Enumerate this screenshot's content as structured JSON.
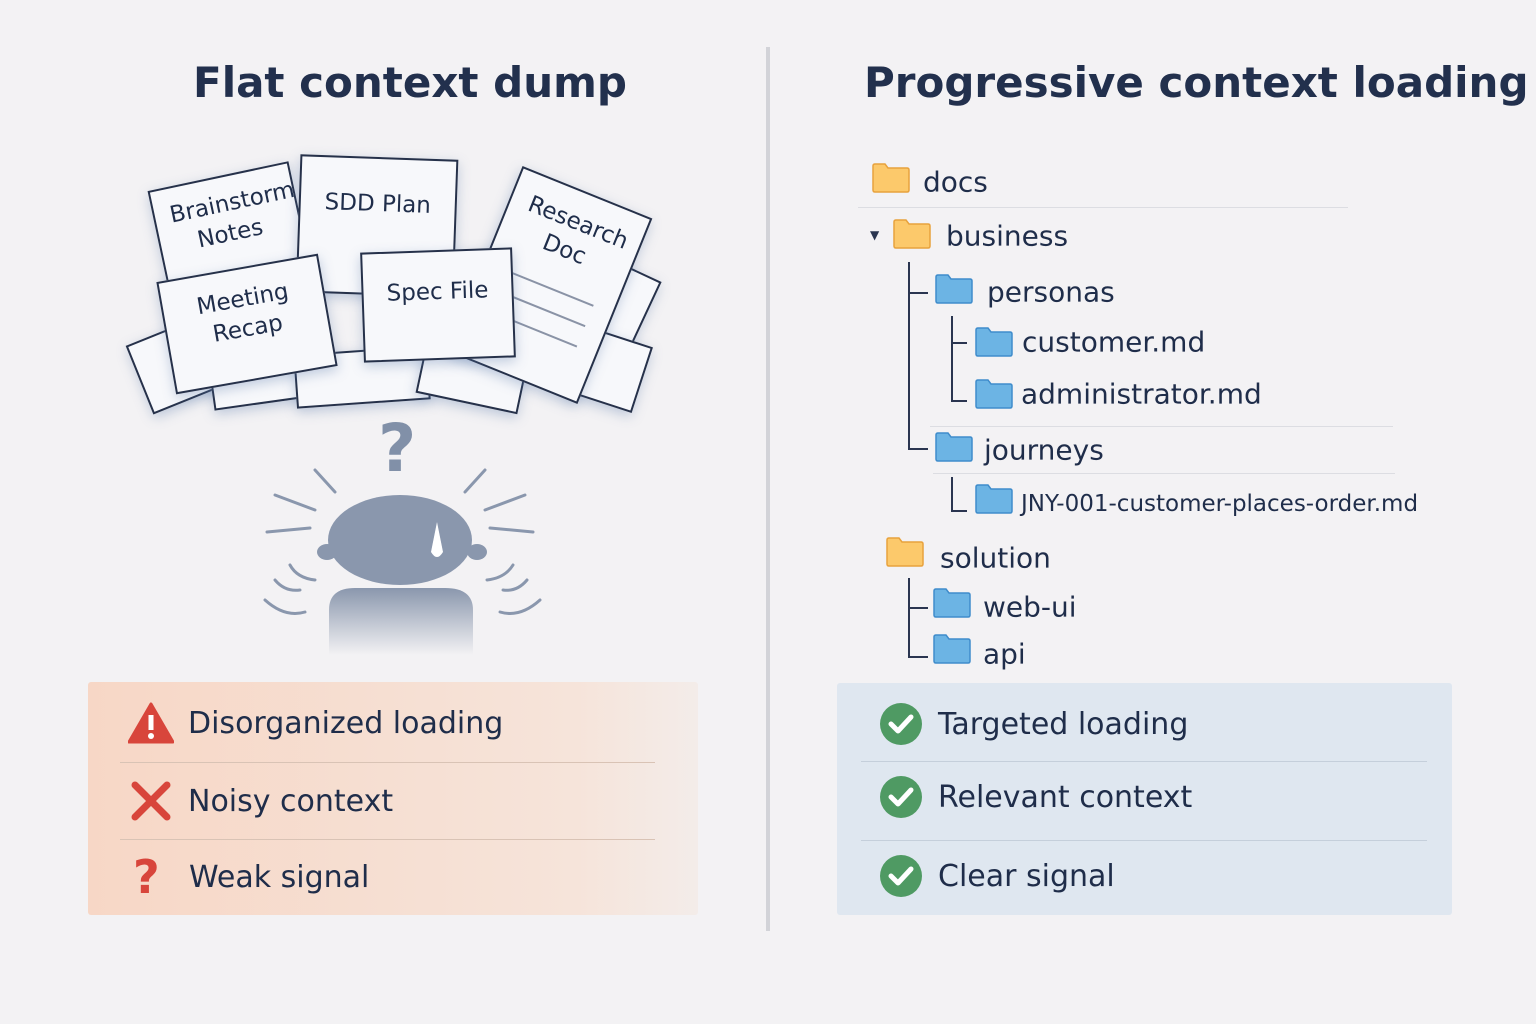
{
  "left": {
    "title": "Flat context dump",
    "documents": [
      "Brainstorm Notes",
      "SDD Plan",
      "Research Doc",
      "Meeting Recap",
      "Spec File"
    ],
    "confused_symbol": "?",
    "issues": [
      {
        "icon": "warning-icon",
        "label": "Disorganized loading"
      },
      {
        "icon": "x-icon",
        "label": "Noisy context"
      },
      {
        "icon": "question-icon",
        "label": "Weak signal"
      }
    ]
  },
  "right": {
    "title": "Progressive context loading",
    "tree": {
      "docs": "docs",
      "business": "business",
      "personas": "personas",
      "customer": "customer.md",
      "administrator": "administrator.md",
      "journeys": "journeys",
      "jny": "JNY-001-customer-places-order.md",
      "solution": "solution",
      "webui": "web-ui",
      "api": "api"
    },
    "benefits": [
      {
        "icon": "check-circle-icon",
        "label": "Targeted loading"
      },
      {
        "icon": "check-circle-icon",
        "label": "Relevant context"
      },
      {
        "icon": "check-circle-icon",
        "label": "Clear signal"
      }
    ]
  },
  "colors": {
    "orange_folder": "#fcc96b",
    "blue_folder": "#6cb4e4",
    "red": "#d8453b",
    "green": "#4f9a63"
  }
}
